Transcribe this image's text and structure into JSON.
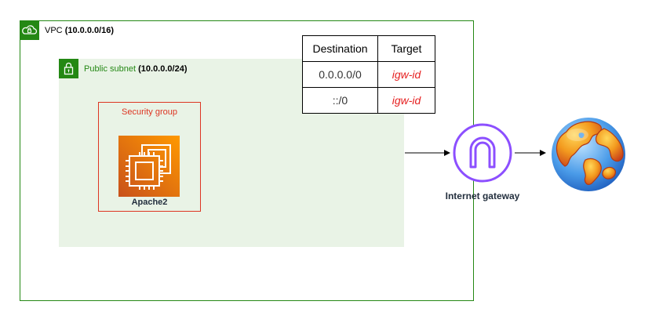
{
  "vpc": {
    "label_prefix": "VPC ",
    "cidr": "(10.0.0.0/16)",
    "border_color": "#248814"
  },
  "subnet": {
    "label_prefix": "Public subnet ",
    "cidr": "(10.0.0.0/24)",
    "fill_color": "#e9f3e6"
  },
  "security_group": {
    "label": "Security group",
    "color": "#dd3522"
  },
  "ec2": {
    "label": "Apache2",
    "color": "#ed7100"
  },
  "route_table": {
    "headers": [
      "Destination",
      "Target"
    ],
    "rows": [
      {
        "destination": "0.0.0.0/0",
        "target": "igw-id"
      },
      {
        "destination": "::/0",
        "target": "igw-id"
      }
    ],
    "target_color": "#e62222"
  },
  "internet_gateway": {
    "label": "Internet gateway",
    "color": "#8c4fff"
  },
  "icons": {
    "vpc": "cloud-lock-icon",
    "subnet": "padlock-icon",
    "ec2": "ec2-instance-chip-icon",
    "igw": "internet-gateway-arch-icon",
    "internet": "globe-icon"
  }
}
